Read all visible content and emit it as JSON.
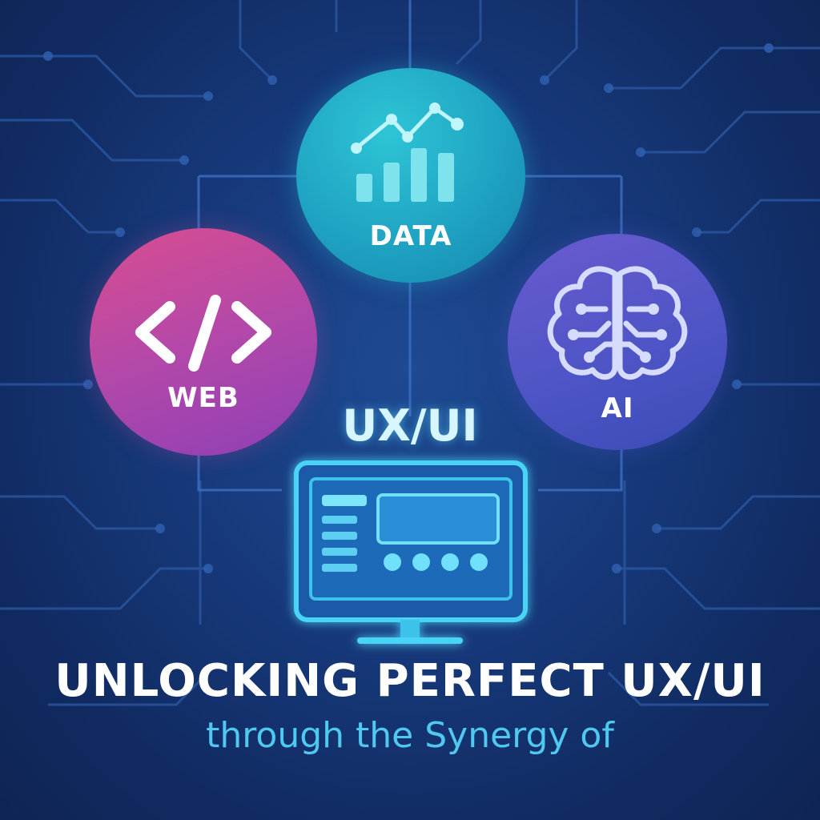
{
  "nodes": {
    "data": {
      "label": "DATA",
      "icon": "bar-line-chart-icon",
      "color": "#1fa3c2"
    },
    "web": {
      "label": "WEB",
      "icon": "code-brackets-icon",
      "color": "#c64b9d"
    },
    "ai": {
      "label": "AI",
      "icon": "brain-circuit-icon",
      "color": "#5353c4"
    }
  },
  "center": {
    "label": "UX/UI",
    "icon": "monitor-dashboard-icon",
    "color": "#3fd0f5"
  },
  "headline": "UNLOCKING PERFECT UX/UI",
  "subline": "through the Synergy of",
  "colors": {
    "background": "#15306a",
    "accent": "#3fd0f5",
    "headline": "#ffffff",
    "subline": "#4fc9ef"
  }
}
